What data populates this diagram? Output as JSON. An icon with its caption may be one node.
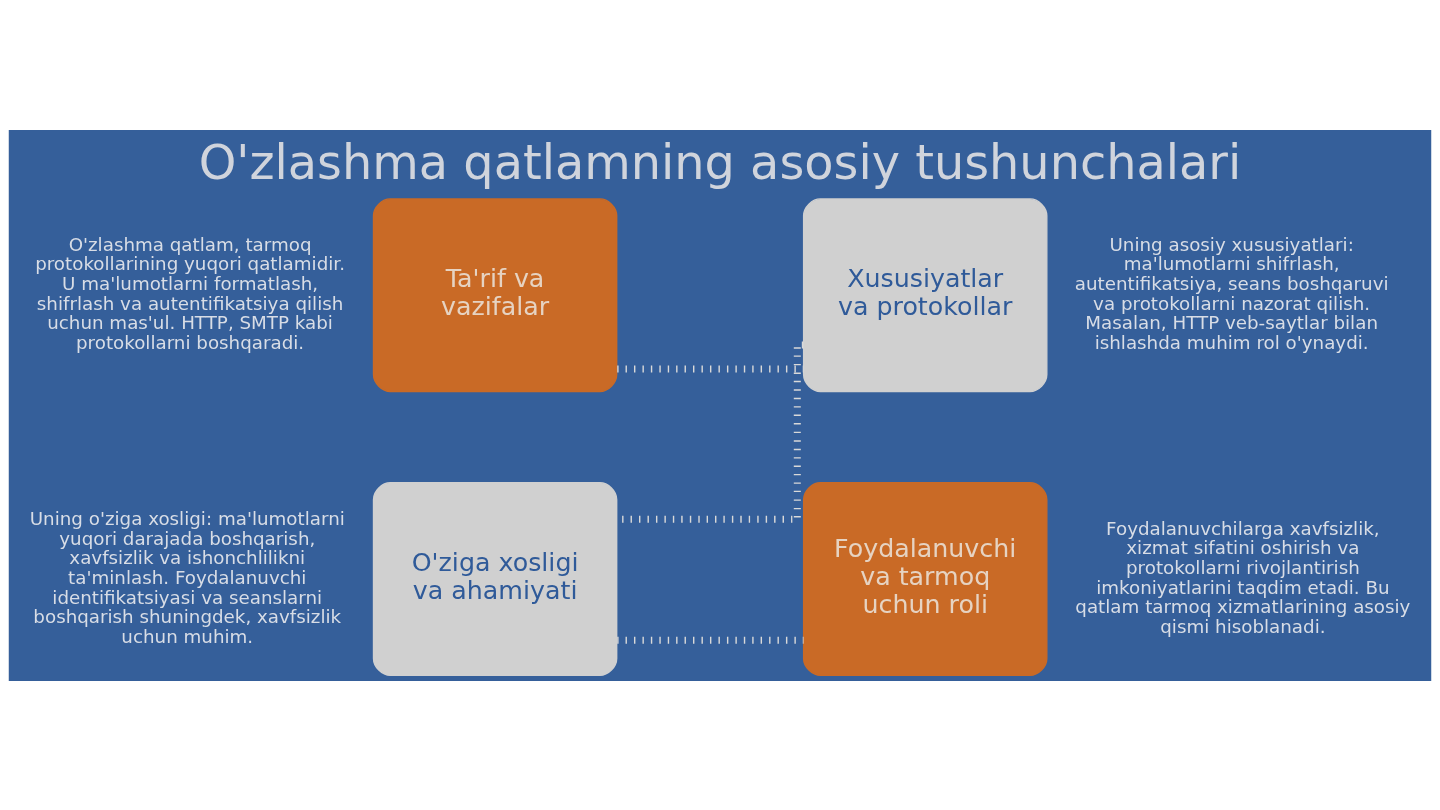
{
  "diagram": {
    "title": "O'zlashma qatlamning asosiy tushunchalari",
    "nodes": [
      {
        "text": [
          "Ta'rif va vazifalar"
        ],
        "beside": [
          "O'zlashma qatlam, tarmoq protokollarining yuqori qatlamidir. U ma'lumotlarni formatlash, shifrlash va autentifikatsiya qilish uchun mas'ul. HTTP, SMTP kabi protokollarni boshqaradi."
        ]
      },
      {
        "text": [
          "Xususiyatlar va protokollar"
        ],
        "beside": [
          "Uning asosiy xususiyatlari: ma'lumotlarni shifrlash, autentifikatsiya, seans boshqaruvi va protokollarni nazorat qilish. Masalan, HTTP veb-saytlar bilan ishlashda muhim rol o'ynaydi."
        ]
      },
      {
        "text": [
          "O'ziga xosligi va ahamiyati"
        ],
        "beside": [
          "Uning o'ziga xosligi: ma'lumotlarni yuqori darajada boshqarish, xavfsizlik va ishonchlilikni ta'minlash. Foydalanuvchi identifikatsiyasi va seanslarni boshqarish shuningdek, xavfsizlik uchun muhim."
        ]
      },
      {
        "text": [
          "Foydalanuvchi va tarmoq uchun roli"
        ],
        "beside": [
          "Foydalanuvchilarga xavfsizlik, xizmat sifatini oshirish va protokollarni rivojlantirish imkoniyatlarini taqdim etadi. Bu qatlam tarmoq xizmatlarining asosiy qismi hisoblanadi."
        ]
      }
    ],
    "edges": [
      {
        "from": 0,
        "to": 1,
        "arrow": "none",
        "style": "dashed"
      },
      {
        "from": 1,
        "to": 2,
        "arrow": "none",
        "style": "dashed"
      },
      {
        "from": 2,
        "to": 3,
        "arrow": "none",
        "style": "dashed"
      }
    ]
  }
}
